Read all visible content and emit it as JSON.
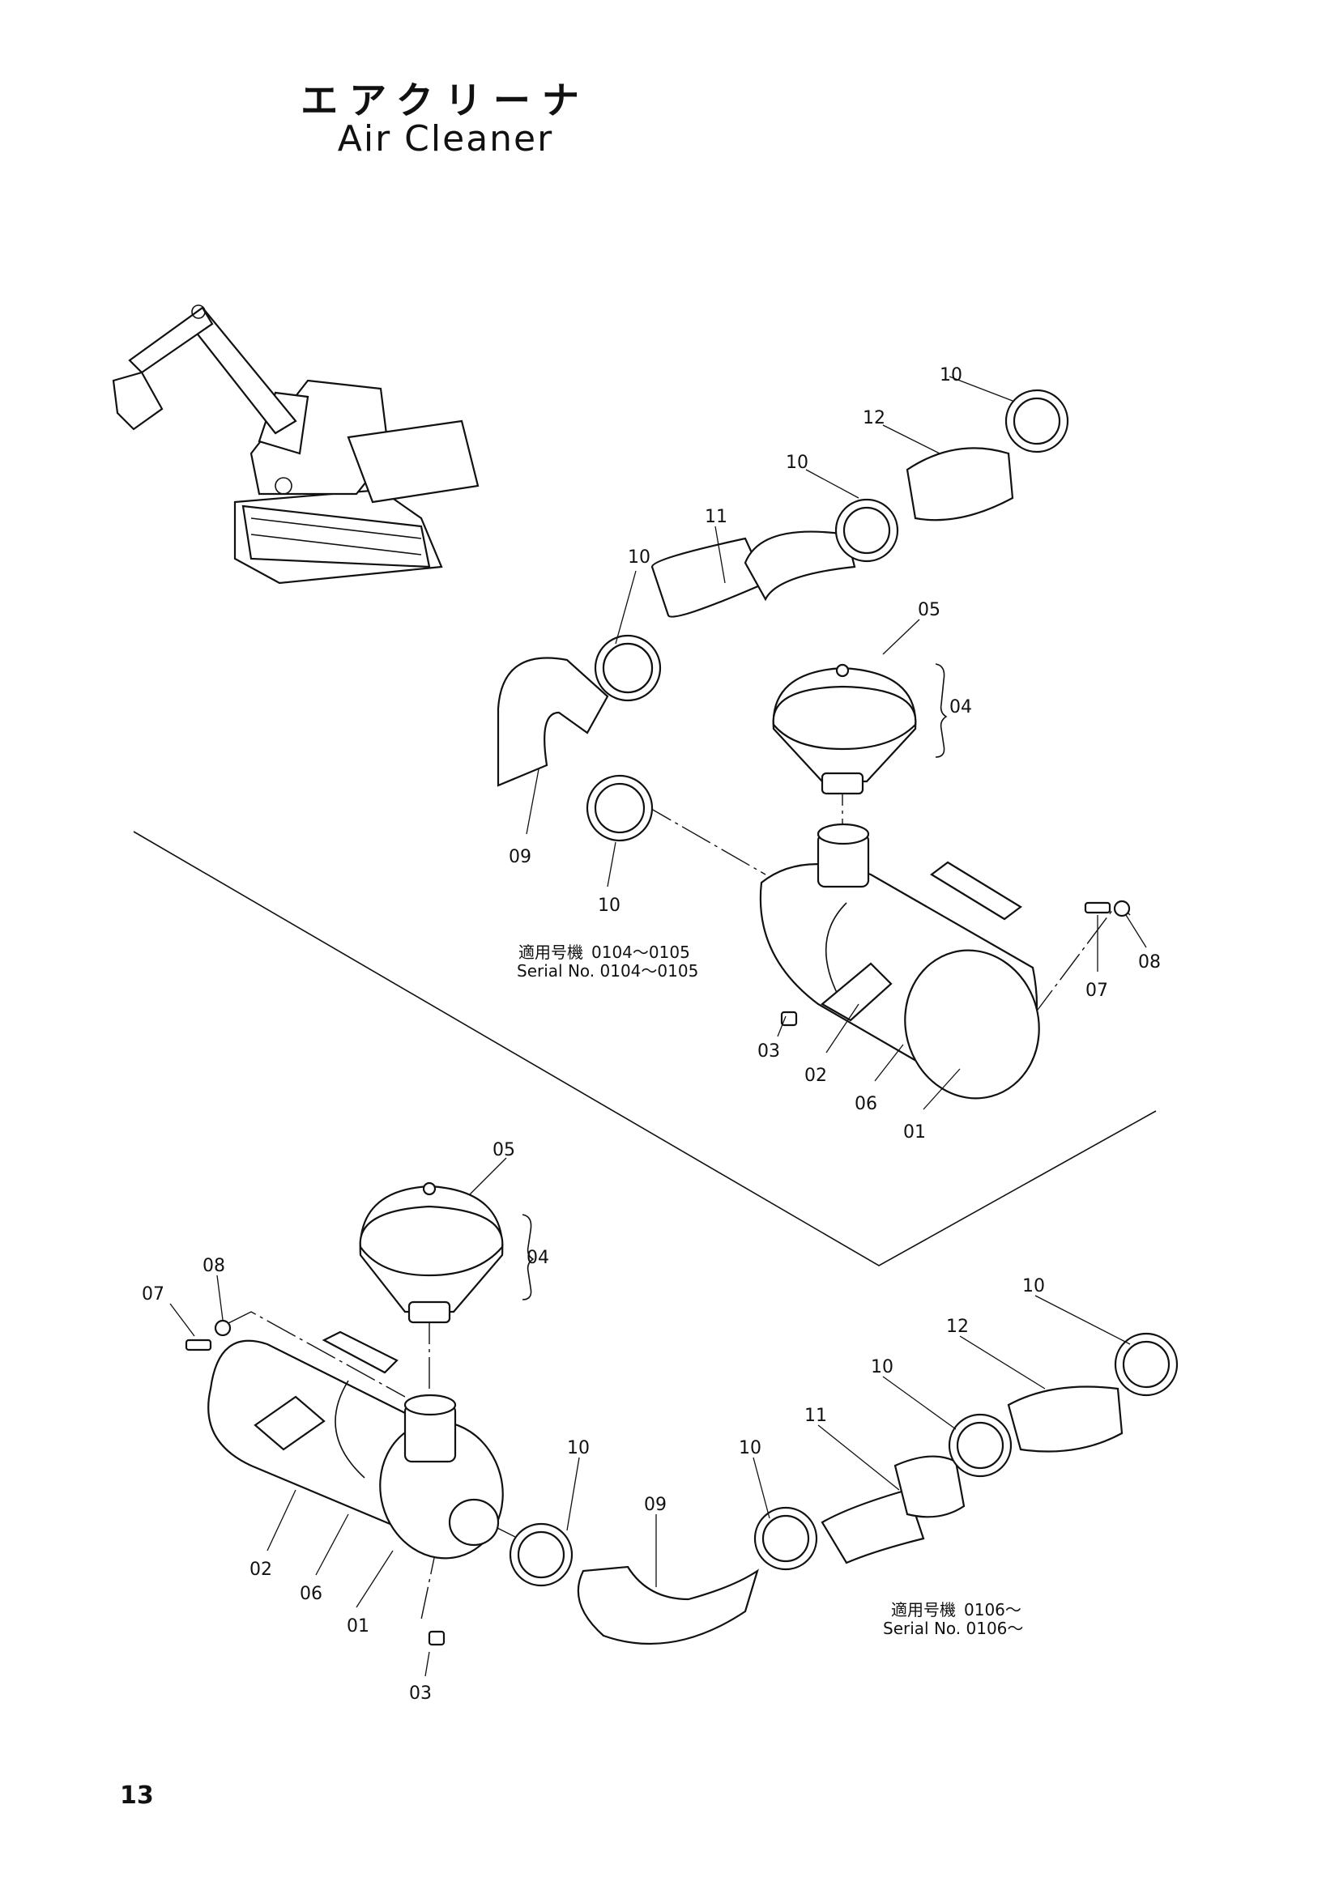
{
  "title": {
    "jp": "エアクリーナ",
    "en": "Air Cleaner"
  },
  "page_number": "13",
  "upper_assembly": {
    "serial_note": {
      "jp_prefix": "適用号機",
      "jp_range": "0104～0105",
      "en": "Serial No. 0104～0105"
    },
    "labels": {
      "p01": "01",
      "p02": "02",
      "p03": "03",
      "p04": "04",
      "p05": "05",
      "p06": "06",
      "p07": "07",
      "p08": "08",
      "p09": "09",
      "p10a": "10",
      "p10b": "10",
      "p10c": "10",
      "p10d": "10",
      "p11": "11",
      "p12": "12"
    }
  },
  "lower_assembly": {
    "serial_note": {
      "jp_prefix": "適用号機",
      "jp_range": "0106～",
      "en": "Serial No. 0106～"
    },
    "labels": {
      "p01": "01",
      "p02": "02",
      "p03": "03",
      "p04": "04",
      "p05": "05",
      "p06": "06",
      "p07": "07",
      "p08": "08",
      "p09": "09",
      "p10a": "10",
      "p10b": "10",
      "p10c": "10",
      "p10d": "10",
      "p11": "11",
      "p12": "12"
    }
  }
}
